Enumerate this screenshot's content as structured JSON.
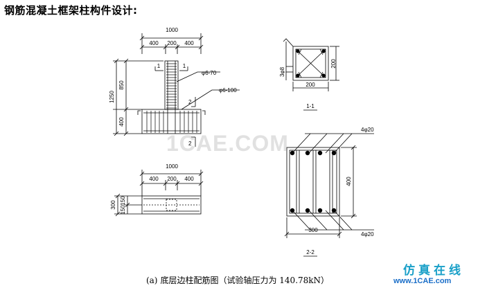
{
  "title": "钢筋混凝土框架柱构件设计:",
  "caption": {
    "label": "(a)",
    "text": "底层边柱配筋图（试验轴压力为 140.78kN）"
  },
  "watermark": "1CAE.COM",
  "logo": {
    "chinese": "仿真在线",
    "url": "www.1CAE.com"
  },
  "elevation": {
    "total_width": "1000",
    "seg_left": "400",
    "seg_mid": "200",
    "seg_right": "400",
    "total_height": "1250",
    "col_height": "850",
    "base_height": "400",
    "cut1_left": "1",
    "cut1_right": "1",
    "stirrup1": "φ6-70",
    "stirrup2": "φ6-100",
    "cut2_top": "2",
    "cut2_bottom": "2"
  },
  "plan": {
    "total_width": "1000",
    "seg_left": "400",
    "seg_mid": "200",
    "seg_right": "400",
    "height": "300",
    "seg_a": "150",
    "seg_b": "150"
  },
  "section_1_1": {
    "label": "1-1",
    "width": "200",
    "height": "200",
    "cover": "3φ8"
  },
  "section_2_2": {
    "label": "2-2",
    "width": "300",
    "height": "400",
    "top_bars": "4φ20",
    "bottom_bars": "4φ20"
  }
}
